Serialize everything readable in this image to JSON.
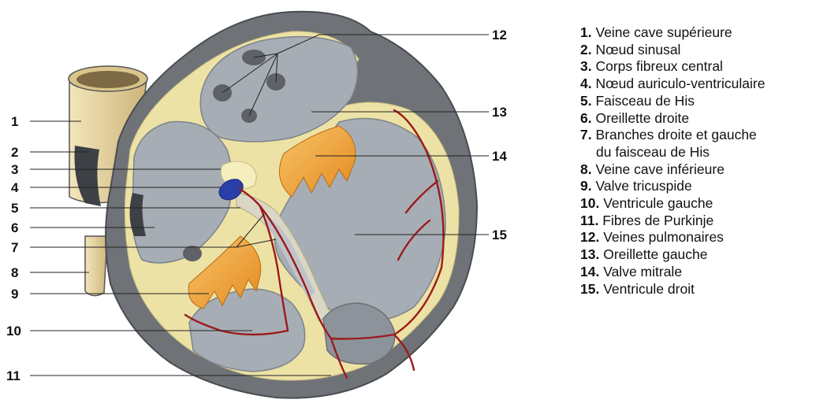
{
  "diagram": {
    "callouts": [
      "1",
      "2",
      "3",
      "4",
      "5",
      "6",
      "7",
      "8",
      "9",
      "10",
      "11",
      "12",
      "13",
      "14",
      "15"
    ],
    "legend": [
      {
        "num": "1.",
        "text": "Veine cave supérieure"
      },
      {
        "num": "2.",
        "text": "Nœud sinusal"
      },
      {
        "num": "3.",
        "text": "Corps fibreux central"
      },
      {
        "num": "4.",
        "text": "Nœud auriculo-ventriculaire"
      },
      {
        "num": "5.",
        "text": "Faisceau de His"
      },
      {
        "num": "6.",
        "text": "Oreillette droite"
      },
      {
        "num": "7.",
        "text": "Branches droite et gauche",
        "cont": "du faisceau de His"
      },
      {
        "num": "8.",
        "text": "Veine cave inférieure"
      },
      {
        "num": "9.",
        "text": "Valve tricuspide"
      },
      {
        "num": "10.",
        "text": "Ventricule gauche"
      },
      {
        "num": "11.",
        "text": "Fibres de Purkinje"
      },
      {
        "num": "12.",
        "text": "Veines pulmonaires"
      },
      {
        "num": "13.",
        "text": "Oreillette gauche"
      },
      {
        "num": "14.",
        "text": "Valve mitrale"
      },
      {
        "num": "15.",
        "text": "Ventricule droit"
      }
    ],
    "colors": {
      "muscle": "#6f7377",
      "chamber": "#a7adb5",
      "cavity": "#8d939b",
      "vessel": "#ead9a3",
      "valve": "#f2a640",
      "conduction": "#9b1b1b",
      "node": "#2b3fa8",
      "fibrous": "#f5efbd"
    }
  }
}
